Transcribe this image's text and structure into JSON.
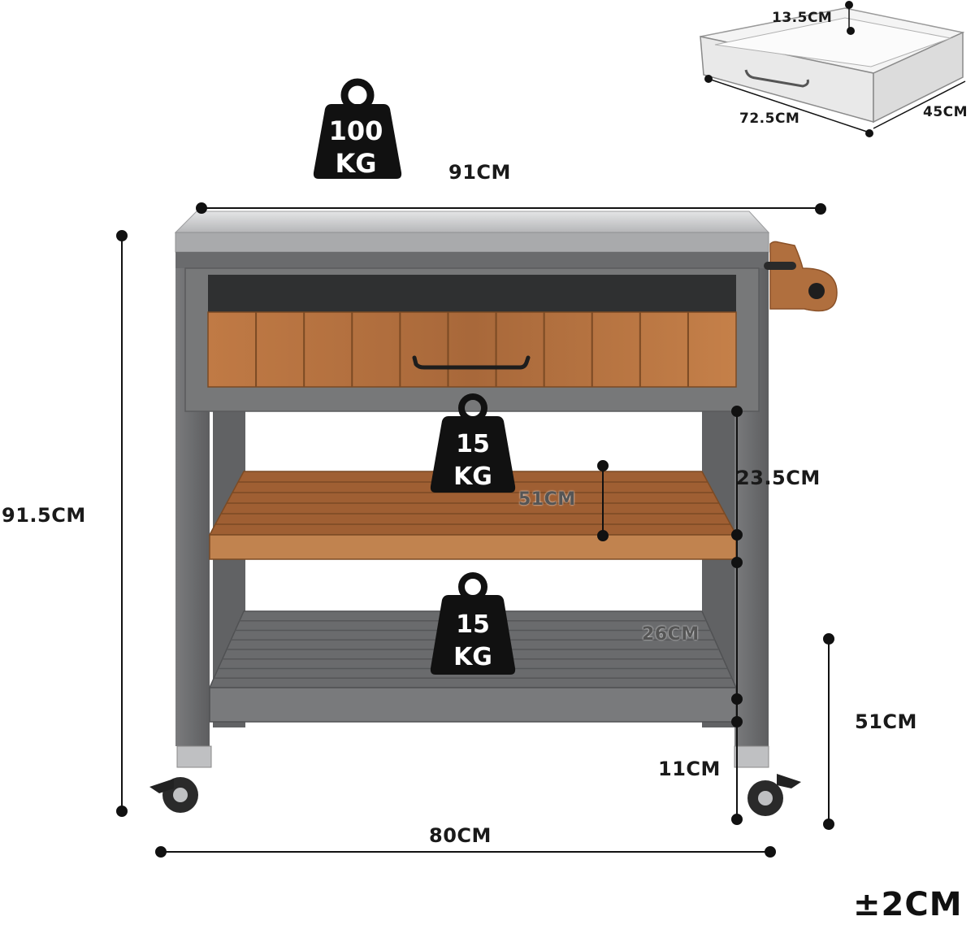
{
  "weights": {
    "top": {
      "value": "100",
      "unit": "KG"
    },
    "drawer": {
      "value": "15",
      "unit": "KG"
    },
    "shelf": {
      "value": "15",
      "unit": "KG"
    }
  },
  "dimensions": {
    "top_width": "91CM",
    "total_height": "91.5CM",
    "drawer_to_shelf": "23.5CM",
    "shelf_depth": "51CM",
    "shelf_gap": "26CM",
    "side_height": "51CM",
    "ground_clearance": "11CM",
    "base_width": "80CM"
  },
  "drawer_inset": {
    "height": "13.5CM",
    "width": "72.5CM",
    "depth": "45CM"
  },
  "tolerance": "±2CM",
  "colors": {
    "frame": "#6d6e70",
    "frame_dark": "#505153",
    "wood": "#b06f3e",
    "wood_dark": "#8a5128",
    "steel": "#c9cacb",
    "weight": "#111111"
  }
}
